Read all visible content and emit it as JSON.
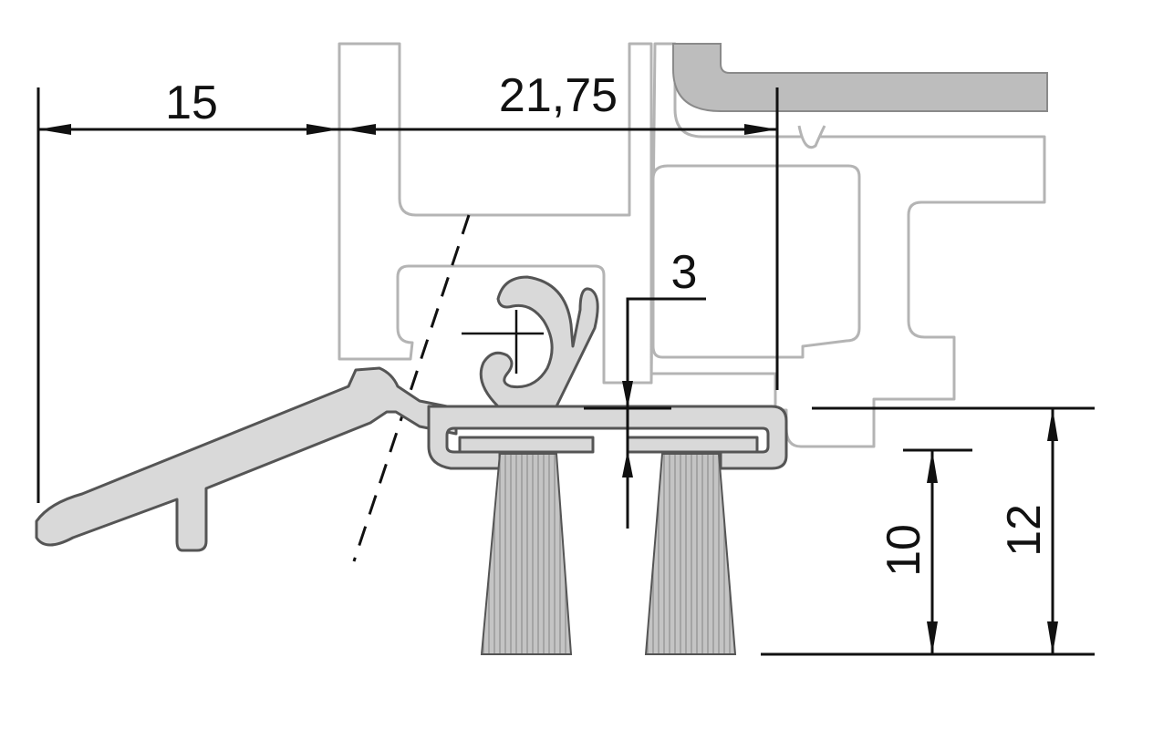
{
  "drawing": {
    "title": "",
    "dimensions": {
      "overhang_width": "15",
      "profile_width": "21,75",
      "lip_offset": "3",
      "brush_height": "10",
      "total_height": "12"
    },
    "units": ""
  },
  "colors": {
    "line": "#111111",
    "frame_outline": "#b4b4b4",
    "profile_fill": "#d9d9d9",
    "profile_outline": "#555555",
    "cover_fill": "#bdbdbd"
  }
}
